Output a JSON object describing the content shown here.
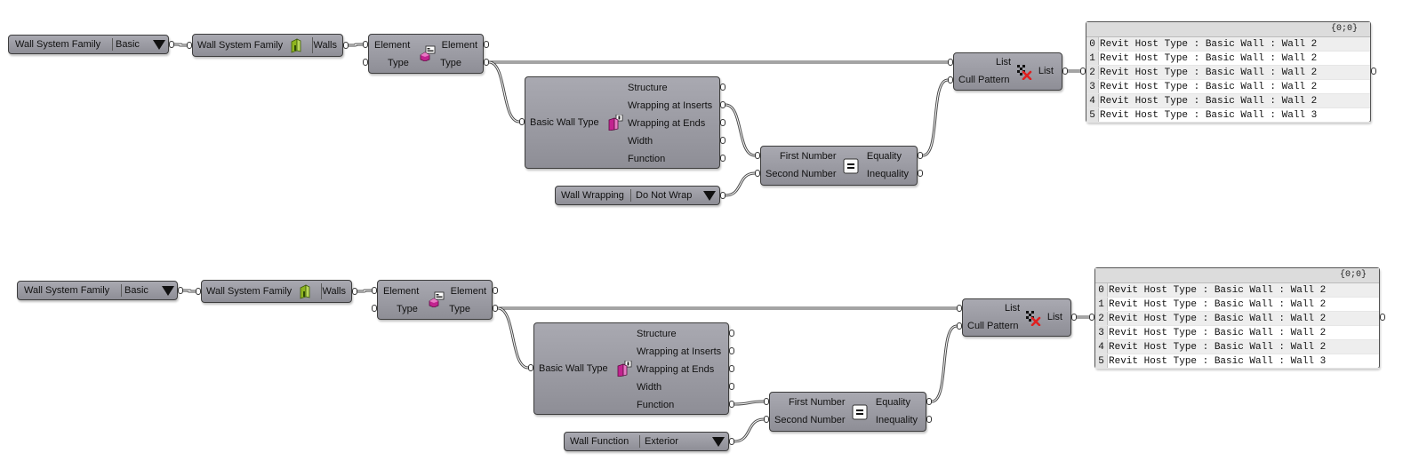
{
  "groups": [
    {
      "family_dropdown": {
        "label": "Wall System Family",
        "value": "Basic"
      },
      "family_types": {
        "input": "Wall System Family",
        "output": "Walls"
      },
      "element_type": {
        "in1": "Element",
        "in2": "Type",
        "out1": "Element",
        "out2": "Type"
      },
      "basic_wall_type": {
        "input": "Basic Wall Type",
        "outputs": [
          "Structure",
          "Wrapping at Inserts",
          "Wrapping at Ends",
          "Width",
          "Function"
        ]
      },
      "filter_dropdown": {
        "label": "Wall Wrapping",
        "value": "Do Not Wrap"
      },
      "equality": {
        "in1": "First Number",
        "in2": "Second Number",
        "symbol": "=",
        "out1": "Equality",
        "out2": "Inequality"
      },
      "cull": {
        "in1": "List",
        "in2": "Cull Pattern",
        "out": "List"
      },
      "panel": {
        "path": "{0;0}",
        "items": [
          {
            "index": "0",
            "value": "Revit Host Type : Basic Wall : Wall 2"
          },
          {
            "index": "1",
            "value": "Revit Host Type : Basic Wall : Wall 2"
          },
          {
            "index": "2",
            "value": "Revit Host Type : Basic Wall : Wall 2"
          },
          {
            "index": "3",
            "value": "Revit Host Type : Basic Wall : Wall 2"
          },
          {
            "index": "4",
            "value": "Revit Host Type : Basic Wall : Wall 2"
          },
          {
            "index": "5",
            "value": "Revit Host Type : Basic Wall : Wall 3"
          }
        ]
      }
    },
    {
      "family_dropdown": {
        "label": "Wall System Family",
        "value": "Basic"
      },
      "family_types": {
        "input": "Wall System Family",
        "output": "Walls"
      },
      "element_type": {
        "in1": "Element",
        "in2": "Type",
        "out1": "Element",
        "out2": "Type"
      },
      "basic_wall_type": {
        "input": "Basic Wall Type",
        "outputs": [
          "Structure",
          "Wrapping at Inserts",
          "Wrapping at Ends",
          "Width",
          "Function"
        ]
      },
      "filter_dropdown": {
        "label": "Wall Function",
        "value": "Exterior"
      },
      "equality": {
        "in1": "First Number",
        "in2": "Second Number",
        "symbol": "=",
        "out1": "Equality",
        "out2": "Inequality"
      },
      "cull": {
        "in1": "List",
        "in2": "Cull Pattern",
        "out": "List"
      },
      "panel": {
        "path": "{0;0}",
        "items": [
          {
            "index": "0",
            "value": "Revit Host Type : Basic Wall : Wall 2"
          },
          {
            "index": "1",
            "value": "Revit Host Type : Basic Wall : Wall 2"
          },
          {
            "index": "2",
            "value": "Revit Host Type : Basic Wall : Wall 2"
          },
          {
            "index": "3",
            "value": "Revit Host Type : Basic Wall : Wall 2"
          },
          {
            "index": "4",
            "value": "Revit Host Type : Basic Wall : Wall 2"
          },
          {
            "index": "5",
            "value": "Revit Host Type : Basic Wall : Wall 3"
          }
        ]
      }
    }
  ],
  "colors": {
    "component_fill": "#9c9ca4",
    "wire": "#4a4a4a",
    "icon_green": "#8fb51f",
    "icon_magenta": "#c2238f",
    "cull_red": "#e02020"
  },
  "icons": {
    "family_types": "wall-block-icon",
    "element_type": "element-type-icon",
    "basic_wall_type": "wall-parameters-icon",
    "equality": "equals-icon",
    "cull": "cull-pattern-icon",
    "dropdown": "triangle-down-icon"
  }
}
